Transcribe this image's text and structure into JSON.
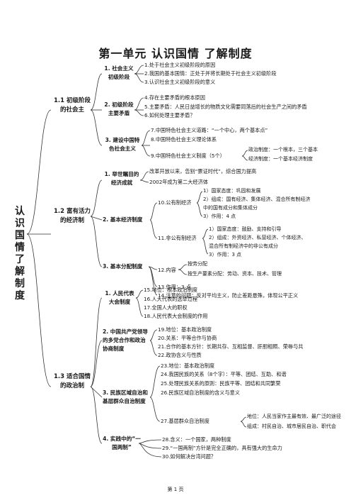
{
  "title": "第一单元  认识国情  了解制度",
  "root": "认识国情了解制度",
  "footer": "第 1 页",
  "sections": [
    {
      "label": "1.1 初级阶段的社会主",
      "groups": [
        {
          "label": "1. 社会主义初级阶段",
          "items": [
            "1.处于社会主义初级阶段的原因",
            "2.我国的基本国情：正处于并将长期处于社会主义初级阶段",
            "3.认识社会主义初级阶段的意义"
          ]
        },
        {
          "label": "2. 初级阶段主要矛盾",
          "items": [
            "4.存在主要矛盾的根本原因",
            "5.主要矛盾：人民日益增长的物质文化需要同落后的社会生产之间的矛盾",
            "6.如何处理主要矛盾？"
          ]
        },
        {
          "label": "3. 建设中国特色社会主义",
          "items": [
            "7.中国特色社会主义道路：“一个中心，两个基本点”",
            "8.中国特色社会主义理论体系",
            "9.中国特色社会主义制度（5个）"
          ],
          "sub": [
            "政治制度：一个根本，三个基本",
            "经济制度：一个基本经济制度"
          ]
        }
      ]
    },
    {
      "label": "1.2 富有活力的经济制",
      "groups": [
        {
          "label": "1. 举世瞩目的经济成就",
          "items": [
            "改革开放以来，告别“票证时代”，综合国力提高",
            "2002年成为第二大经济体"
          ]
        },
        {
          "label": "2. 基本经济制度",
          "items": [
            "10.公有制经济",
            "11.非公有制经济"
          ],
          "sub10": [
            "1）国家态度：巩固和发展",
            "2）组成：国有经济、集体经济、混合所有制经济",
            "中的国有成分和集体成分",
            "3）作用：4 点"
          ],
          "sub11": [
            "1）国家态度：鼓励、支持和引导",
            "2）组成：外资经济、私营经济、个体经济、",
            "混合所有制经济中的非公有成分",
            "3）作用：3 点"
          ]
        },
        {
          "label": "3. 基本分配制度",
          "items": [
            "12.内容",
            "13.作用：3 点",
            "14.注意的问题：反对平均主义，防止差距悬殊，体现公平正义"
          ],
          "sub12": [
            "按劳分配",
            "按生产要素分配：劳动、资本、技术、管理"
          ]
        }
      ]
    },
    {
      "label": "1.3 适合国情的政治制",
      "groups": [
        {
          "label": "1. 人民代表大会制度",
          "items": [
            "15.地位：根本政治制度",
            "16.人大代表的选举过程",
            "17.全国人大的职权",
            "18.人民代表大会制度的作用"
          ]
        },
        {
          "label": "2. 中国共产党领导的多党合作和政治协商制度",
          "items": [
            "19.地位：基本政治制度",
            "20.关系：平等合作与协商",
            "21.合作的基本方针：长期共存、互相监督、肝胆相照、荣辱与共",
            "22.政协含义与性质"
          ]
        },
        {
          "label": "3. 民族区域自治和基层群众自治制度",
          "items": [
            "23.地位：基本政治制度",
            "24.我国民族的关系（8个字）：平等、团结、互助、和谐",
            "25.处理民族关系的原则：民族平等、团结和共同繁荣",
            "26.民族区域自治制度的含义与意义",
            "27.基层群众自治制度"
          ],
          "sub27": [
            "地位：人民当家作主最有效、最广泛的途径",
            "组成：村民自治、城市居民自治、职代会"
          ]
        },
        {
          "label": "4. 实践中的“一国两制”",
          "items": [
            "28.含义：一个国家，两种制度",
            "29.“一国两制”方针是完全正确的，具有强大的生命力",
            "30.如何解决台湾问题？"
          ]
        }
      ]
    }
  ]
}
